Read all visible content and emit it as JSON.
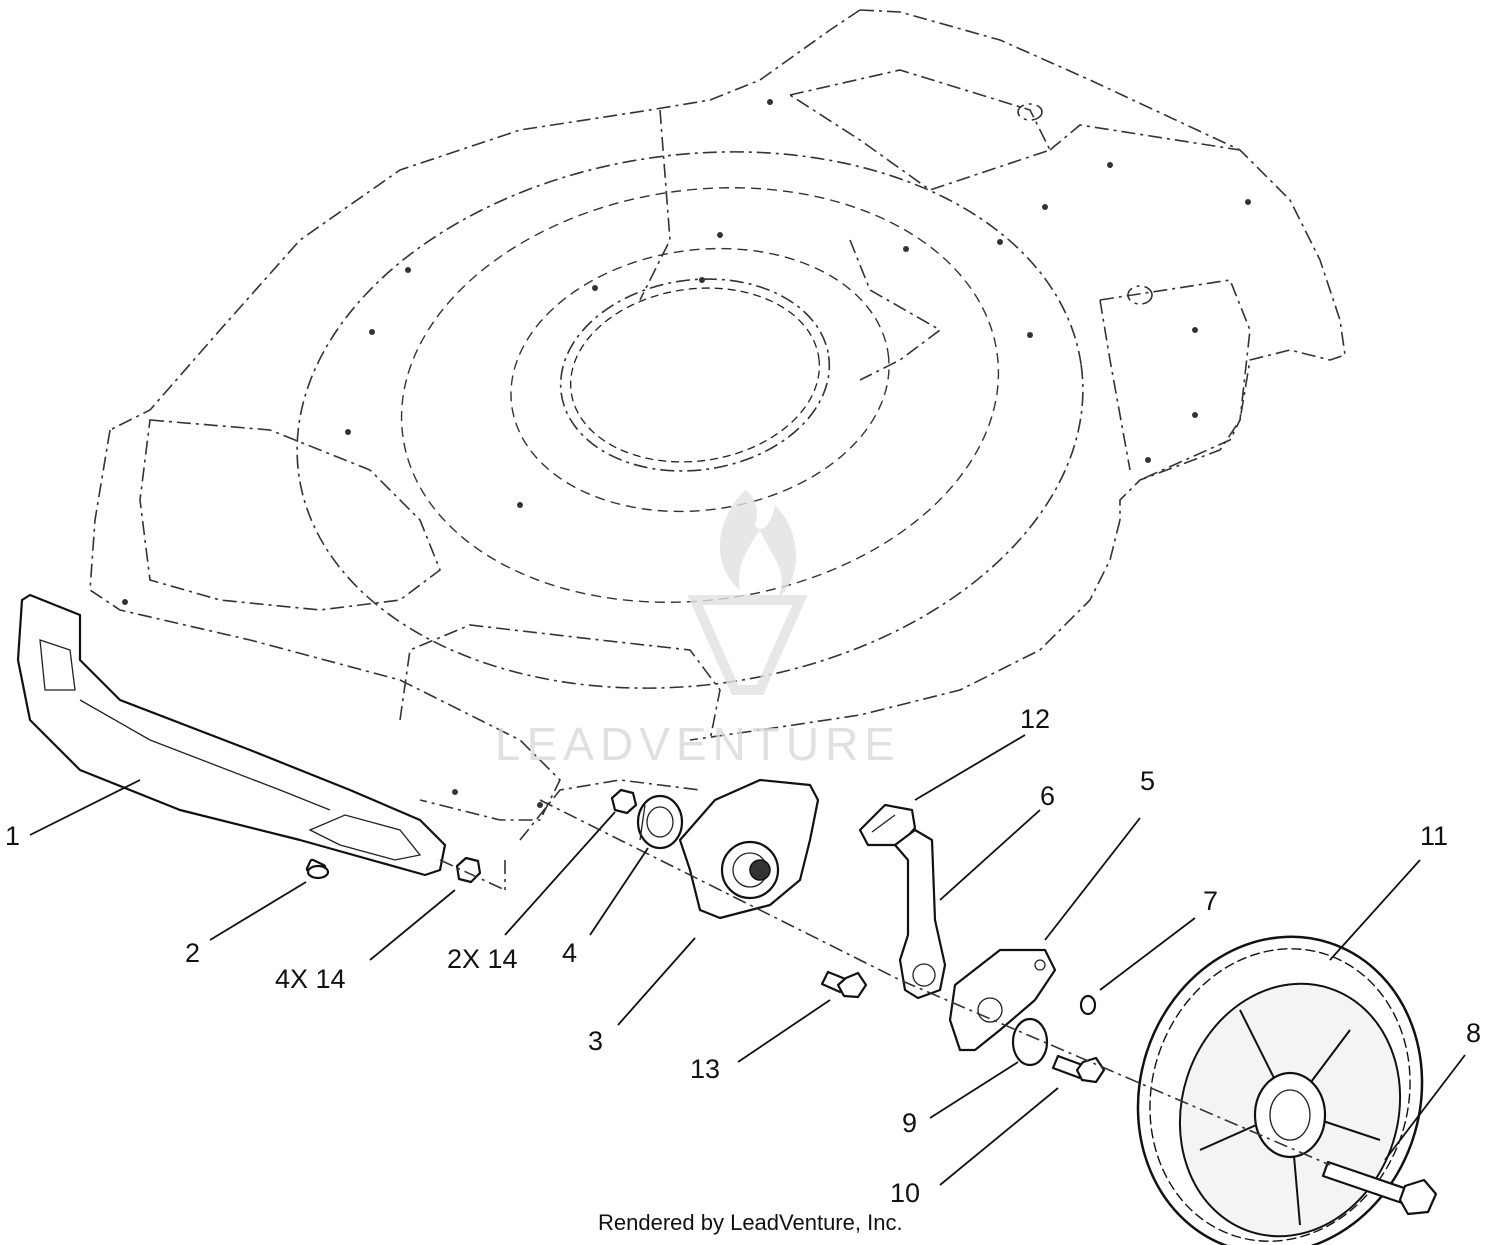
{
  "watermark": {
    "text": "LEADVENTURE"
  },
  "footer": {
    "text": "Rendered by LeadVenture, Inc."
  },
  "callouts": {
    "c1": "1",
    "c2": "2",
    "c3": "3",
    "c4": "4",
    "c5": "5",
    "c6": "6",
    "c7": "7",
    "c8": "8",
    "c9": "9",
    "c10": "10",
    "c11": "11",
    "c12": "12",
    "c13": "13",
    "c14a": "4X 14",
    "c14b": "2X 14"
  }
}
